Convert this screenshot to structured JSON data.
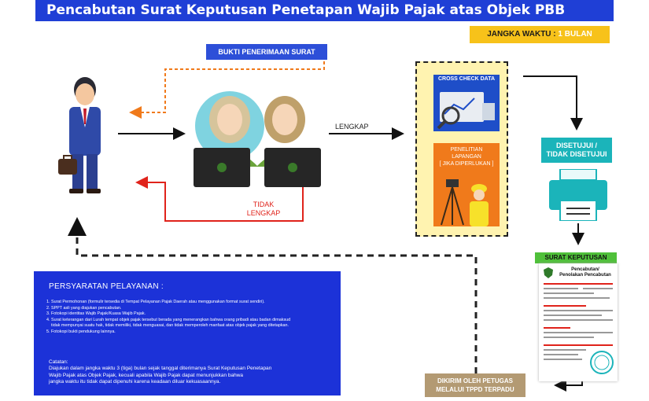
{
  "title": "Pencabutan Surat Keputusan Penetapan Wajib Pajak atas Objek PBB Perkotaan",
  "deadline": {
    "label": "JANGKA WAKTU :",
    "value": "1 BULAN"
  },
  "receipt_label": "BUKTI PENERIMAAN SURAT",
  "flow": {
    "complete": "LENGKAP",
    "incomplete_1": "TIDAK",
    "incomplete_2": "LENGKAP"
  },
  "checks": {
    "cross_check": "CROSS CHECK DATA",
    "survey_1": "PENELITIAN",
    "survey_2": "LAPANGAN",
    "survey_3": "[ JIKA DIPERLUKAN ]"
  },
  "decision": {
    "line1": "DISETUJUI /",
    "line2": "TIDAK DISETUJUI"
  },
  "decree": {
    "label": "SURAT KEPUTUSAN",
    "doc_title_1": "Pencabutan/",
    "doc_title_2": "Penolakan Pencabutan"
  },
  "sent": {
    "line1": "DIKIRIM  OLEH PETUGAS",
    "line2": "MELALUI TPPD TERPADU"
  },
  "requirements": {
    "title": "PERSYARATAN PELAYANAN :",
    "items": [
      "1. Surat Permohonan (formulir tersedia di Tempat Pelayanan Pajak Daerah atau menggunakan format surat sendiri).",
      "2. SPPT asli yang diajukan pencabutan.",
      "3. Fotokopi identitas Wajib Pajak/Kuasa Wajib Pajak.",
      "4. Surat keterangan dari Lurah tempat objek pajak tersebut berada yang menerangkan bahwa orang pribadi atau badan dimaksud",
      "    tidak mempunyai suatu hak, tidak memiliki, tidak menguasai, dan tidak memperoleh manfaat atas objek pajak yang ditetapkan.",
      "5. Fotokopi bukti pendukung lainnya."
    ],
    "note_head": "Catatan:",
    "note_1": "Diajukan dalam jangka waktu 3 (tiga) bulan sejak tanggal diterimanya Surat Keputusan Penetapan",
    "note_2": "Wajib Pajak atas Objek Pajak, kecuali apabila Wajib Pajak dapat menunjukkan bahwa",
    "note_3": "jangka waktu itu tidak dapat dipenuhi karena keadaan diluar kekuasaannya."
  }
}
